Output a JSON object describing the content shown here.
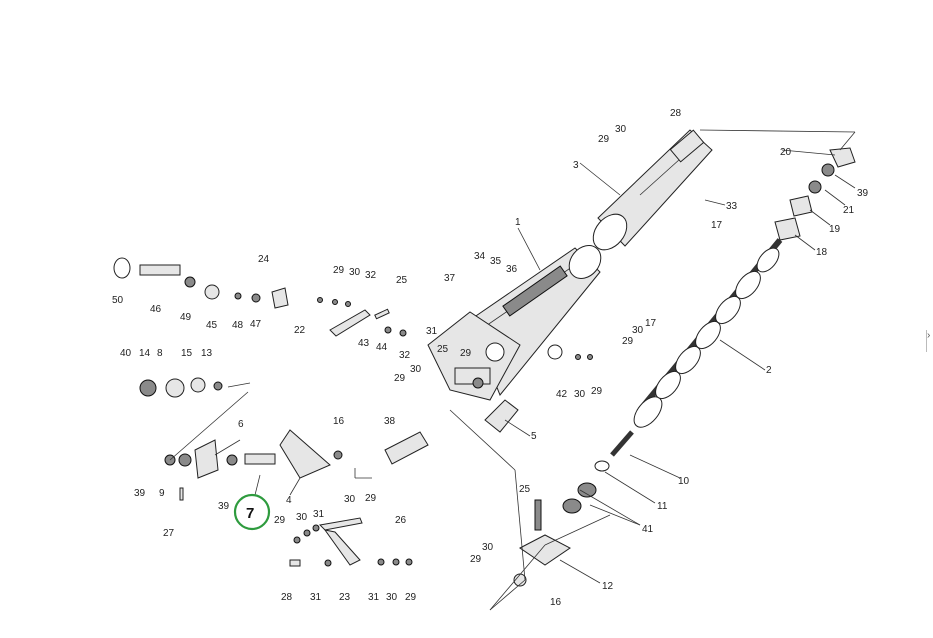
{
  "highlight": {
    "label": "7",
    "ring_color": "#2e9b3e"
  },
  "labels": {
    "l1": "1",
    "l2": "2",
    "l3": "3",
    "l4": "4",
    "l5": "5",
    "l6": "6",
    "l8": "8",
    "l9": "9",
    "l10": "10",
    "l11": "11",
    "l12": "12",
    "l13": "13",
    "l14": "14",
    "l15": "15",
    "l16a": "16",
    "l16b": "16",
    "l17a": "17",
    "l17b": "17",
    "l18": "18",
    "l19": "19",
    "l20": "20",
    "l21": "21",
    "l22": "22",
    "l23": "23",
    "l24": "24",
    "l25a": "25",
    "l25b": "25",
    "l25c": "25",
    "l26": "26",
    "l27": "27",
    "l28a": "28",
    "l28b": "28",
    "l29a": "29",
    "l29b": "29",
    "l29c": "29",
    "l29d": "29",
    "l29e": "29",
    "l29f": "29",
    "l29g": "29",
    "l29h": "29",
    "l29i": "29",
    "l30a": "30",
    "l30b": "30",
    "l30c": "30",
    "l30d": "30",
    "l30e": "30",
    "l30f": "30",
    "l30g": "30",
    "l30h": "30",
    "l30i": "30",
    "l31a": "31",
    "l31b": "31",
    "l31c": "31",
    "l31d": "31",
    "l32a": "32",
    "l32b": "32",
    "l33": "33",
    "l34": "34",
    "l35": "35",
    "l36": "36",
    "l37": "37",
    "l38": "38",
    "l39a": "39",
    "l39b": "39",
    "l39c": "39",
    "l40": "40",
    "l41": "41",
    "l42": "42",
    "l43": "43",
    "l44": "44",
    "l45": "45",
    "l46": "46",
    "l47": "47",
    "l48": "48",
    "l49": "49",
    "l50": "50"
  },
  "edge_glyph": "›"
}
